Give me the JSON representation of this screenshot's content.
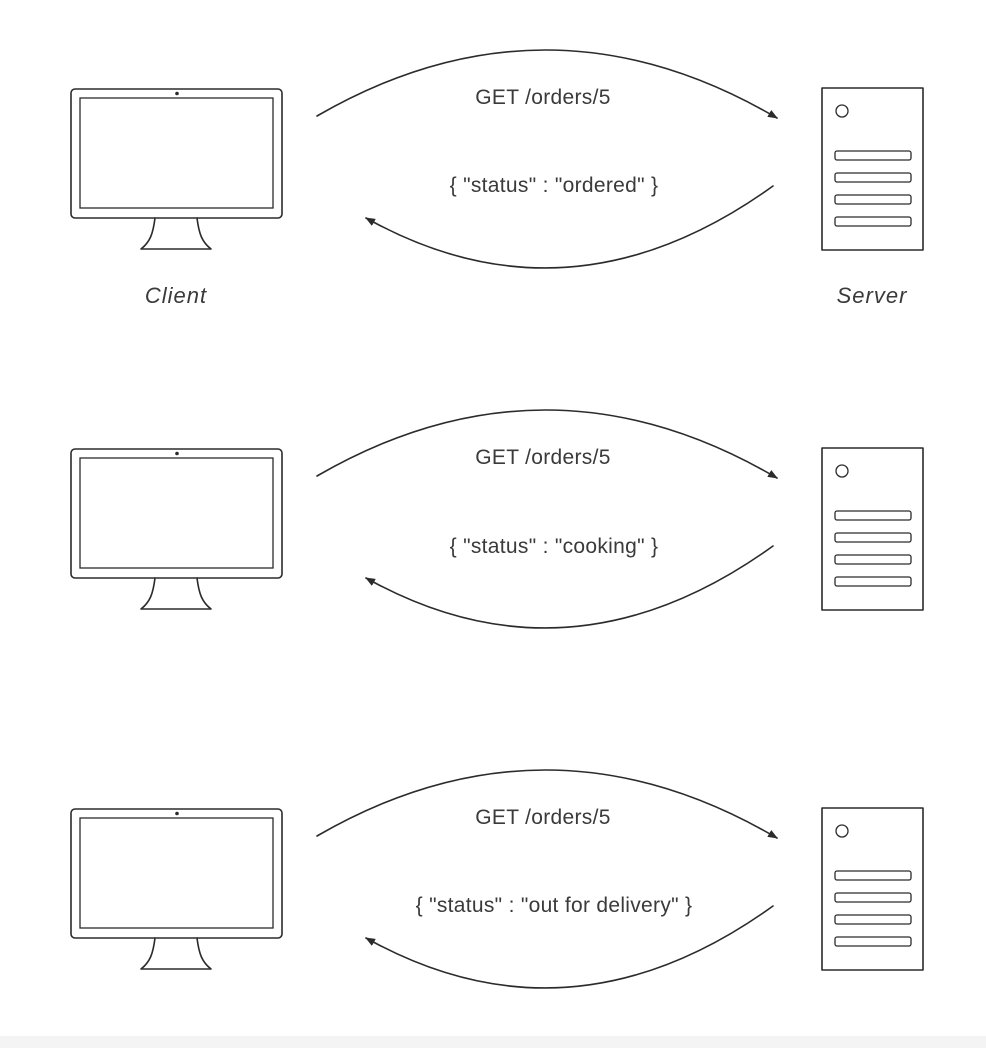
{
  "captions": {
    "client": "Client",
    "server": "Server"
  },
  "exchanges": [
    {
      "request": "GET /orders/5",
      "response": "{ \"status\" : \"ordered\" }"
    },
    {
      "request": "GET /orders/5",
      "response": "{ \"status\" : \"cooking\" }"
    },
    {
      "request": "GET /orders/5",
      "response": "{ \"status\" : \"out for delivery\" }"
    }
  ],
  "colors": {
    "line": "#2b2b2b",
    "text": "#3a3a3a",
    "background": "#ffffff"
  }
}
